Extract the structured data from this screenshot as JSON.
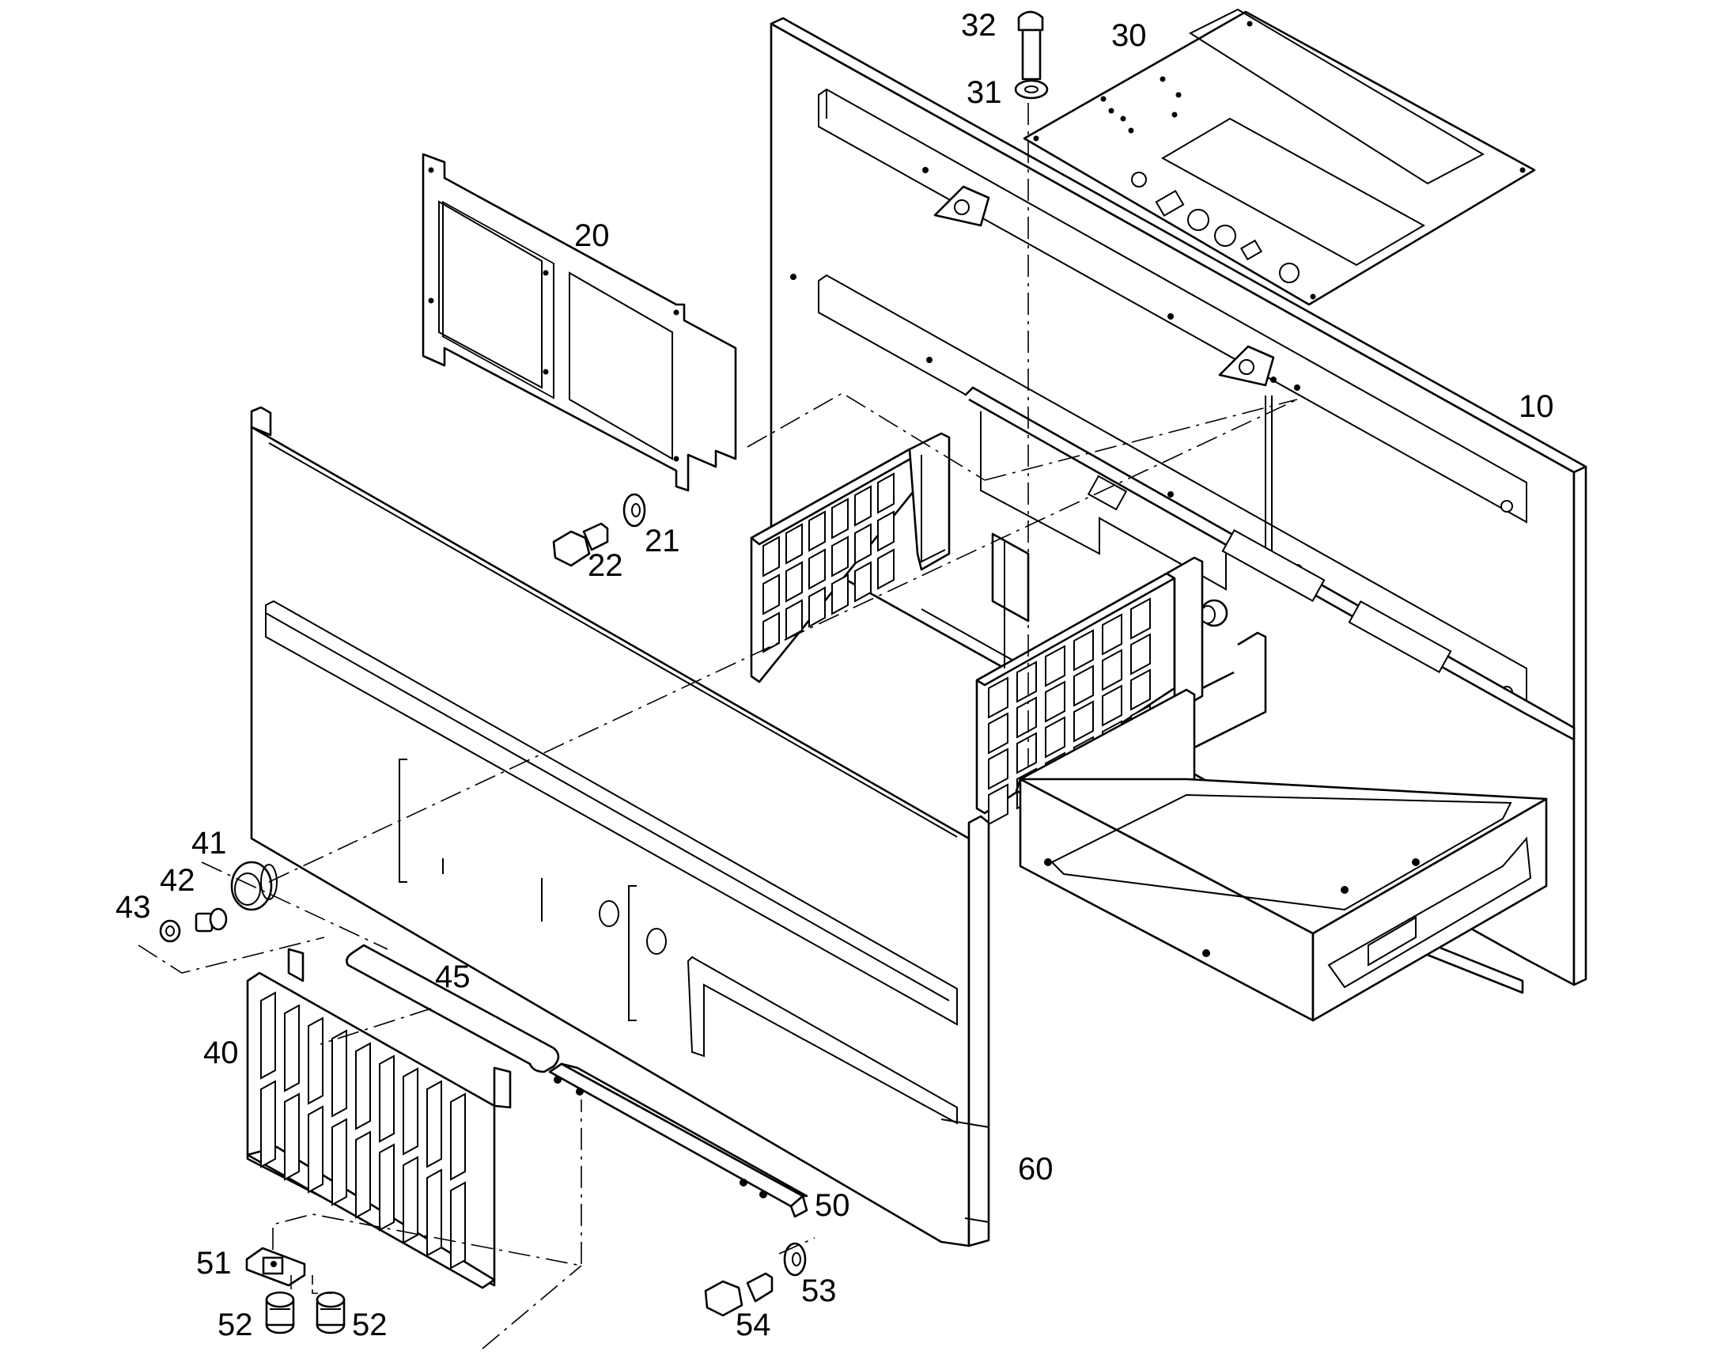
{
  "callouts": [
    {
      "id": "c32",
      "text": "32"
    },
    {
      "id": "c30",
      "text": "30"
    },
    {
      "id": "c31",
      "text": "31"
    },
    {
      "id": "c20",
      "text": "20"
    },
    {
      "id": "c10",
      "text": "10"
    },
    {
      "id": "c21",
      "text": "21"
    },
    {
      "id": "c22",
      "text": "22"
    },
    {
      "id": "c41",
      "text": "41"
    },
    {
      "id": "c42",
      "text": "42"
    },
    {
      "id": "c43",
      "text": "43"
    },
    {
      "id": "c45",
      "text": "45"
    },
    {
      "id": "c40",
      "text": "40"
    },
    {
      "id": "c60",
      "text": "60"
    },
    {
      "id": "c50",
      "text": "50"
    },
    {
      "id": "c51",
      "text": "51"
    },
    {
      "id": "c53",
      "text": "53"
    },
    {
      "id": "c52a",
      "text": "52"
    },
    {
      "id": "c52b",
      "text": "52"
    },
    {
      "id": "c54",
      "text": "54"
    }
  ]
}
